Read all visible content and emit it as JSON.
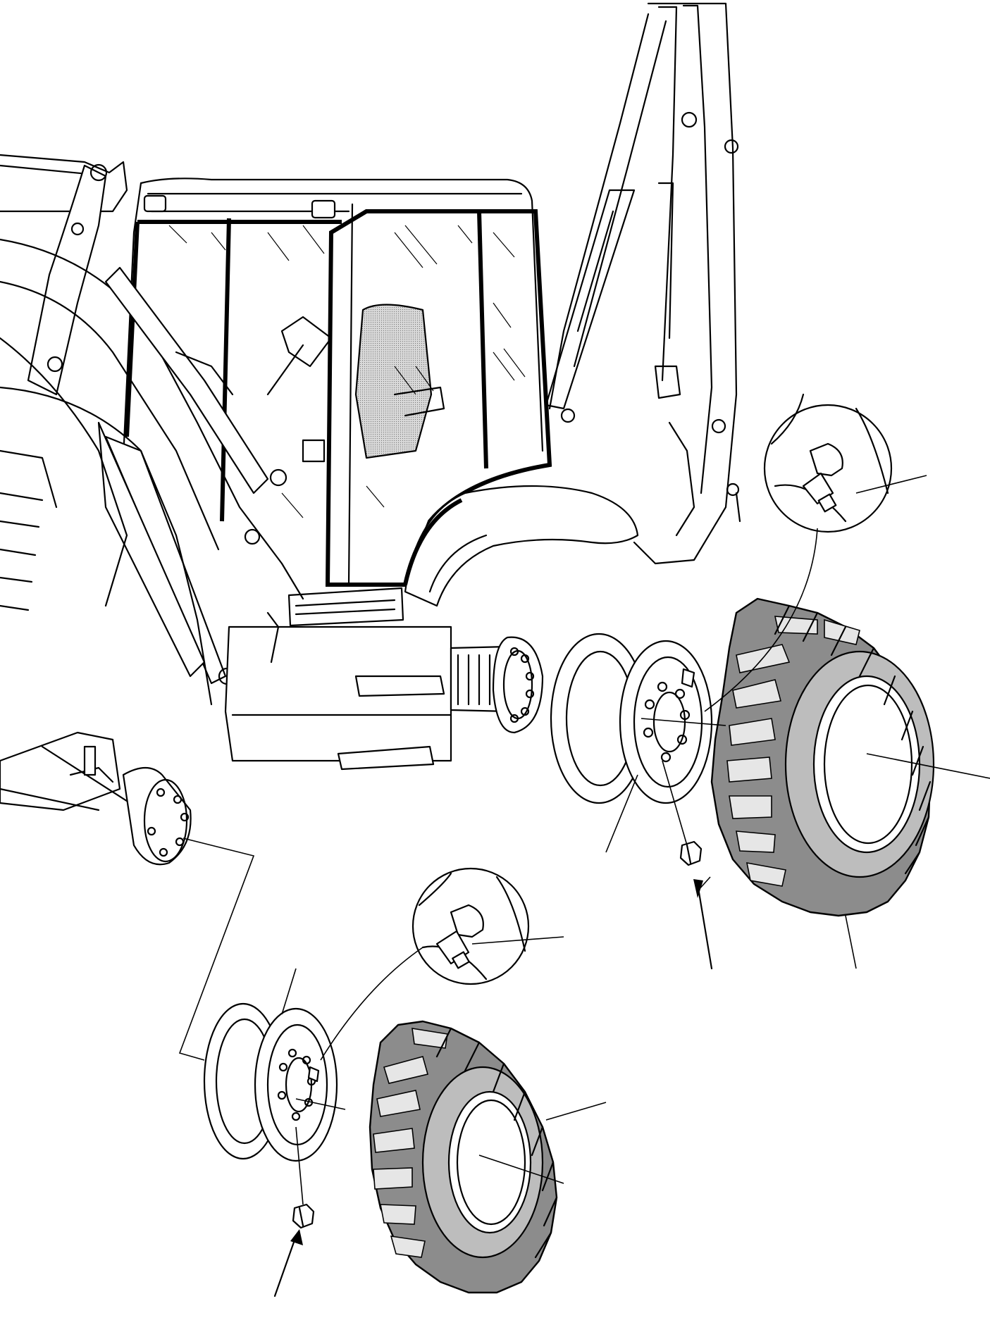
{
  "diagram": {
    "ref_code": "",
    "parts": [
      "cab",
      "loader-arm",
      "backhoe-boom",
      "rear-fender",
      "rear-hub",
      "front-axle-hub",
      "rear-rim",
      "rear-tyre",
      "front-rim",
      "front-tyre",
      "wheel-nut",
      "valve-stem"
    ]
  }
}
